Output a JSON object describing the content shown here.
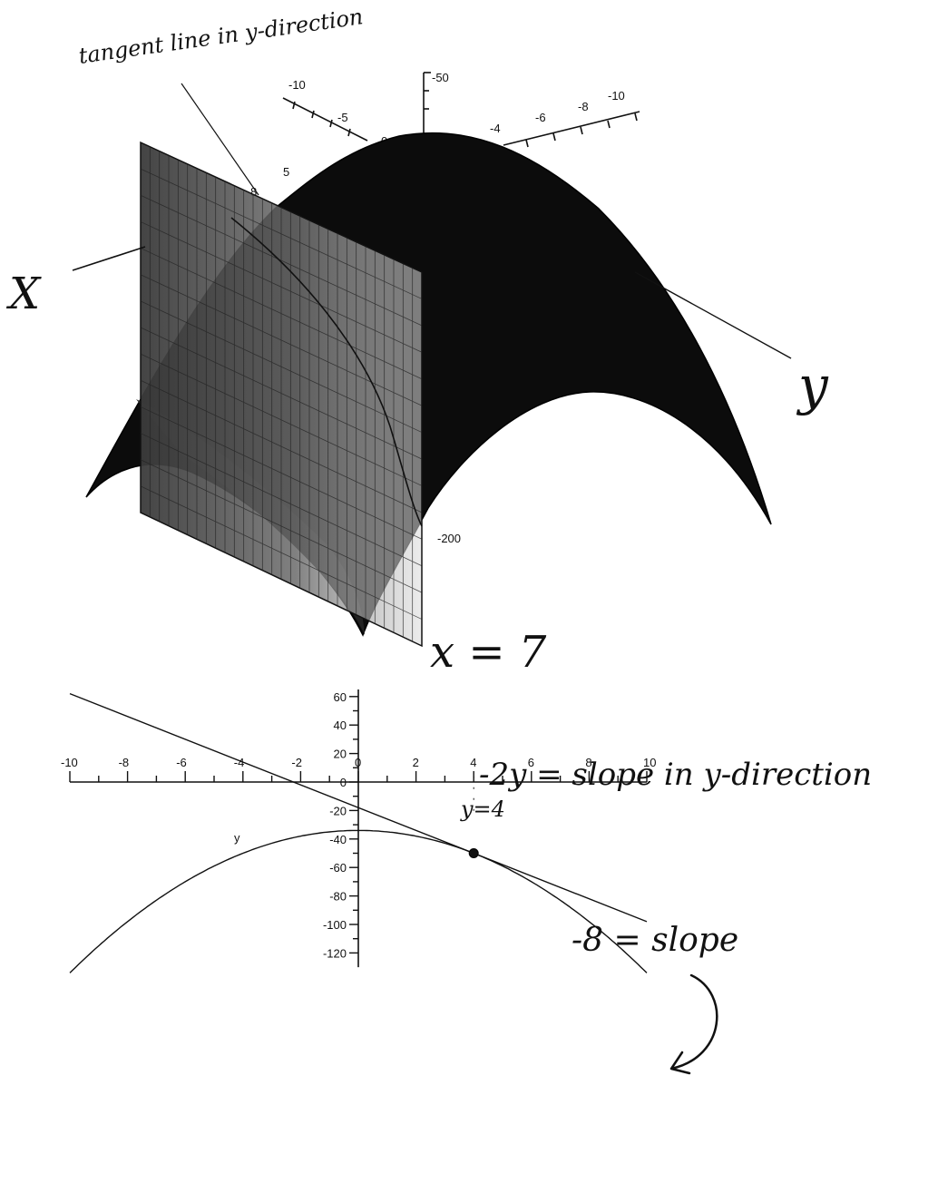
{
  "chart_data": [
    {
      "type": "surface3d",
      "description_text": [],
      "axis_ticks": {
        "x_ticks": [
          "-10",
          "-5",
          "0",
          "5",
          "8"
        ],
        "y_ticks": [
          "-4",
          "-6",
          "-8",
          "-10"
        ],
        "z_ticks": [
          "-50",
          "-200"
        ]
      },
      "surface_expression_shape": "downward parabolic ridge",
      "plane_at_x": 7,
      "annotations": {
        "tangent_label": "tangent line in y-direction",
        "x_axis_label": "X",
        "y_axis_label": "y",
        "plane_label": "x = 7"
      }
    },
    {
      "type": "line",
      "xlim": [
        -10,
        10
      ],
      "ylim": [
        -130,
        65
      ],
      "x_ticks": [
        -10,
        -8,
        -6,
        -4,
        -2,
        0,
        2,
        4,
        6,
        8,
        10
      ],
      "y_ticks": [
        60,
        40,
        20,
        0,
        -20,
        -40,
        -60,
        -80,
        -100,
        -120
      ],
      "x_tick_labels": [
        "-10",
        "-8",
        "-6",
        "-4",
        "-2",
        "0",
        "2",
        "4",
        "6",
        "8",
        "10"
      ],
      "y_tick_labels": [
        "60",
        "40",
        "20",
        "0",
        "-20",
        "-40",
        "-60",
        "-80",
        "-100",
        "-120"
      ],
      "axis_letter": "y",
      "series": [
        {
          "kind": "curve",
          "x": [
            -10,
            -8,
            -6,
            -4,
            -2,
            0,
            2,
            4,
            6,
            8,
            10
          ],
          "y": [
            -134,
            -98,
            -70,
            -50,
            -38,
            -34,
            -38,
            -50,
            -70,
            -98,
            -134
          ]
        },
        {
          "kind": "tangent",
          "x": [
            -10,
            10
          ],
          "y": [
            62,
            -98
          ]
        }
      ],
      "point": {
        "x": 4,
        "y": -50
      },
      "annotations": {
        "slope_formula": "-2y = slope in y-direction",
        "y_value": "y=4",
        "slope_value": "-8 = slope"
      }
    }
  ]
}
